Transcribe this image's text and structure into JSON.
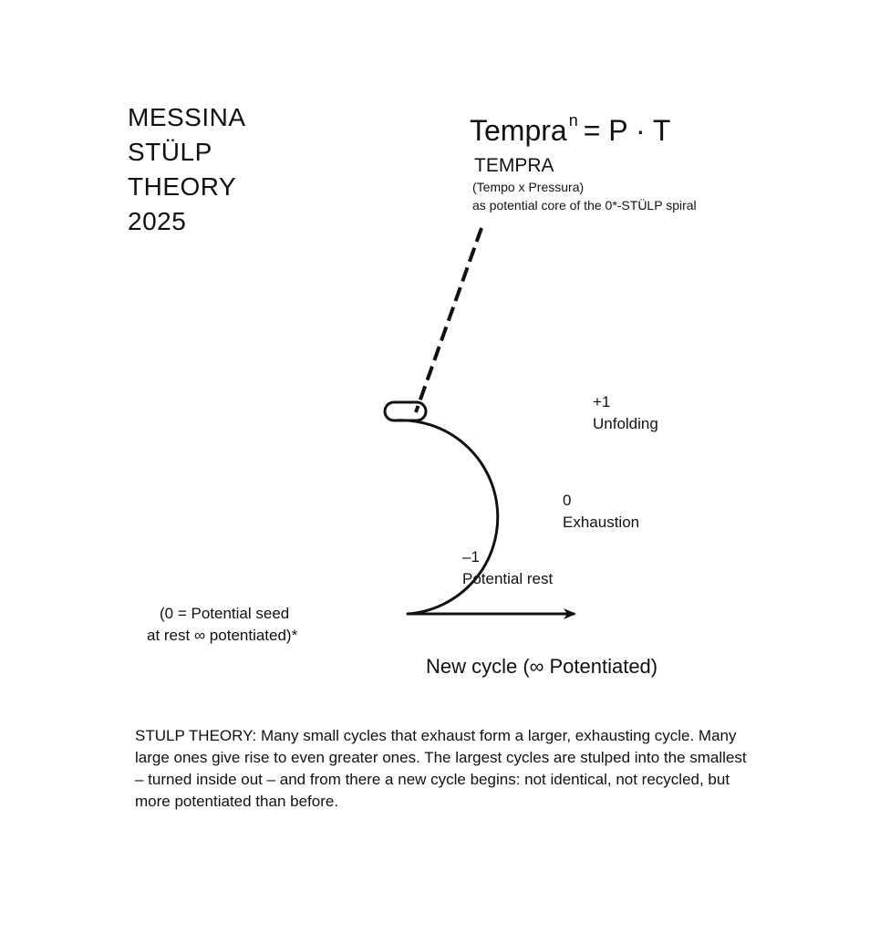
{
  "title": {
    "lines": [
      "MESSINA",
      "STÜLP",
      "THEORY",
      "2025"
    ]
  },
  "formula": {
    "base": "Tempra",
    "exponent": "n",
    "rhs": "= P · T"
  },
  "tempra": {
    "label": "TEMPRA",
    "expansion": "(Tempo x Pressura)",
    "description": "as potential core of the 0*-STÜLP spiral"
  },
  "phases": [
    {
      "value": "+1",
      "name": "Unfolding"
    },
    {
      "value": "0",
      "name": "Exhaustion"
    },
    {
      "value": "–1",
      "name": "Potential rest"
    }
  ],
  "seed_note": {
    "line1": "(0 = Potential seed",
    "line2": "at rest ∞ potentiated)*"
  },
  "new_cycle": "New cycle (∞ Potentiated)",
  "theory_text": "STULP THEORY: Many small cycles that exhaust form a larger, exhausting cycle. Many large ones give rise to even greater ones. The largest cycles are stulped into the smallest – turned inside out – and from there a new cycle begins: not identical, not recycled, but more potentiated than before."
}
